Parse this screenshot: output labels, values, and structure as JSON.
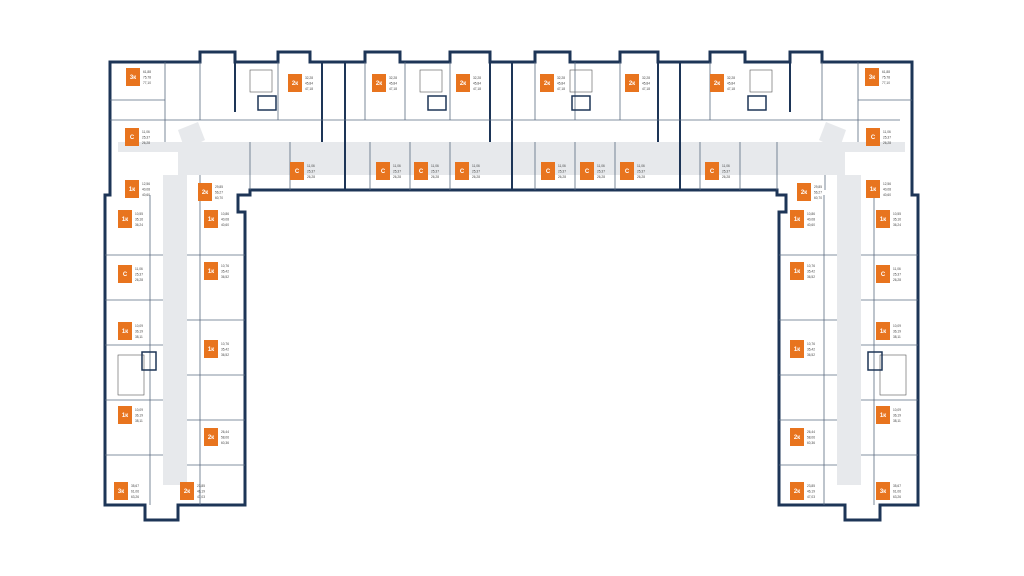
{
  "plan": {
    "brand_color": "#e8741e",
    "wall_color": "#1d3557",
    "corridor_color": "#e7e9ec"
  },
  "apartments": [
    {
      "id": "t1",
      "rooms": "3к",
      "areas": [
        "61,88",
        "75,78",
        "77,10"
      ]
    },
    {
      "id": "t2",
      "rooms": "2к",
      "areas": [
        "32,28",
        "45,84",
        "47,18"
      ]
    },
    {
      "id": "t3",
      "rooms": "2к",
      "areas": [
        "32,28",
        "45,84",
        "47,18"
      ]
    },
    {
      "id": "t4",
      "rooms": "2к",
      "areas": [
        "32,28",
        "45,84",
        "47,18"
      ]
    },
    {
      "id": "t5",
      "rooms": "2к",
      "areas": [
        "32,28",
        "45,84",
        "47,18"
      ]
    },
    {
      "id": "t6",
      "rooms": "2к",
      "areas": [
        "32,28",
        "45,84",
        "47,18"
      ]
    },
    {
      "id": "t7",
      "rooms": "2к",
      "areas": [
        "32,28",
        "45,84",
        "47,18"
      ]
    },
    {
      "id": "t8",
      "rooms": "3к",
      "areas": [
        "61,88",
        "75,78",
        "77,10"
      ]
    },
    {
      "id": "l1",
      "rooms": "С",
      "areas": [
        "11,06",
        "25,37",
        "26,28"
      ]
    },
    {
      "id": "l2",
      "rooms": "С",
      "areas": [
        "11,06",
        "25,37",
        "26,28"
      ]
    },
    {
      "id": "l3",
      "rooms": "С",
      "areas": [
        "11,06",
        "25,37",
        "26,28"
      ]
    },
    {
      "id": "l4",
      "rooms": "С",
      "areas": [
        "11,06",
        "25,37",
        "26,28"
      ]
    },
    {
      "id": "l5",
      "rooms": "С",
      "areas": [
        "11,06",
        "25,37",
        "26,28"
      ]
    },
    {
      "id": "l6",
      "rooms": "С",
      "areas": [
        "11,06",
        "25,37",
        "26,28"
      ]
    },
    {
      "id": "l7",
      "rooms": "С",
      "areas": [
        "11,06",
        "25,37",
        "26,28"
      ]
    },
    {
      "id": "l8",
      "rooms": "С",
      "areas": [
        "11,06",
        "25,37",
        "26,28"
      ]
    },
    {
      "id": "l9",
      "rooms": "С",
      "areas": [
        "11,06",
        "25,37",
        "26,28"
      ]
    },
    {
      "id": "l10",
      "rooms": "С",
      "areas": [
        "11,06",
        "25,37",
        "26,28"
      ]
    },
    {
      "id": "c1",
      "rooms": "1к",
      "areas": [
        "12,56",
        "40,08",
        "40,60"
      ]
    },
    {
      "id": "c2",
      "rooms": "2к",
      "areas": [
        "29,85",
        "56,27",
        "60,70"
      ]
    },
    {
      "id": "c3",
      "rooms": "2к",
      "areas": [
        "29,85",
        "56,27",
        "60,70"
      ]
    },
    {
      "id": "c4",
      "rooms": "1к",
      "areas": [
        "12,56",
        "40,08",
        "40,60"
      ]
    },
    {
      "id": "lw1",
      "rooms": "1к",
      "areas": [
        "10,55",
        "35,16",
        "36,24"
      ]
    },
    {
      "id": "lw2",
      "rooms": "1к",
      "areas": [
        "10,86",
        "40,08",
        "40,60"
      ]
    },
    {
      "id": "lw3",
      "rooms": "С",
      "areas": [
        "11,06",
        "25,37",
        "26,28"
      ]
    },
    {
      "id": "lw4",
      "rooms": "1к",
      "areas": [
        "10,76",
        "35,42",
        "36,52"
      ]
    },
    {
      "id": "lw5",
      "rooms": "1к",
      "areas": [
        "10,09",
        "36,19",
        "38,11"
      ]
    },
    {
      "id": "lw6",
      "rooms": "1к",
      "areas": [
        "10,76",
        "35,42",
        "36,52"
      ]
    },
    {
      "id": "lw7",
      "rooms": "1к",
      "areas": [
        "10,09",
        "36,19",
        "38,11"
      ]
    },
    {
      "id": "lw8",
      "rooms": "2к",
      "areas": [
        "26,44",
        "58,06",
        "60,36"
      ]
    },
    {
      "id": "lw9",
      "rooms": "3к",
      "areas": [
        "35,67",
        "61,06",
        "63,26"
      ]
    },
    {
      "id": "lw10",
      "rooms": "2к",
      "areas": [
        "23,85",
        "46,19",
        "47,03"
      ]
    },
    {
      "id": "rw1",
      "rooms": "1к",
      "areas": [
        "10,86",
        "40,08",
        "40,60"
      ]
    },
    {
      "id": "rw2",
      "rooms": "1к",
      "areas": [
        "10,55",
        "35,16",
        "36,24"
      ]
    },
    {
      "id": "rw3",
      "rooms": "1к",
      "areas": [
        "10,76",
        "35,42",
        "36,52"
      ]
    },
    {
      "id": "rw4",
      "rooms": "С",
      "areas": [
        "11,06",
        "25,37",
        "26,28"
      ]
    },
    {
      "id": "rw5",
      "rooms": "1к",
      "areas": [
        "10,09",
        "36,19",
        "38,11"
      ]
    },
    {
      "id": "rw6",
      "rooms": "1к",
      "areas": [
        "10,76",
        "35,42",
        "36,52"
      ]
    },
    {
      "id": "rw7",
      "rooms": "1к",
      "areas": [
        "10,09",
        "36,19",
        "38,11"
      ]
    },
    {
      "id": "rw8",
      "rooms": "2к",
      "areas": [
        "26,44",
        "58,06",
        "60,36"
      ]
    },
    {
      "id": "rw9",
      "rooms": "2к",
      "areas": [
        "23,85",
        "46,19",
        "47,03"
      ]
    },
    {
      "id": "rw10",
      "rooms": "3к",
      "areas": [
        "35,67",
        "61,06",
        "63,26"
      ]
    }
  ]
}
